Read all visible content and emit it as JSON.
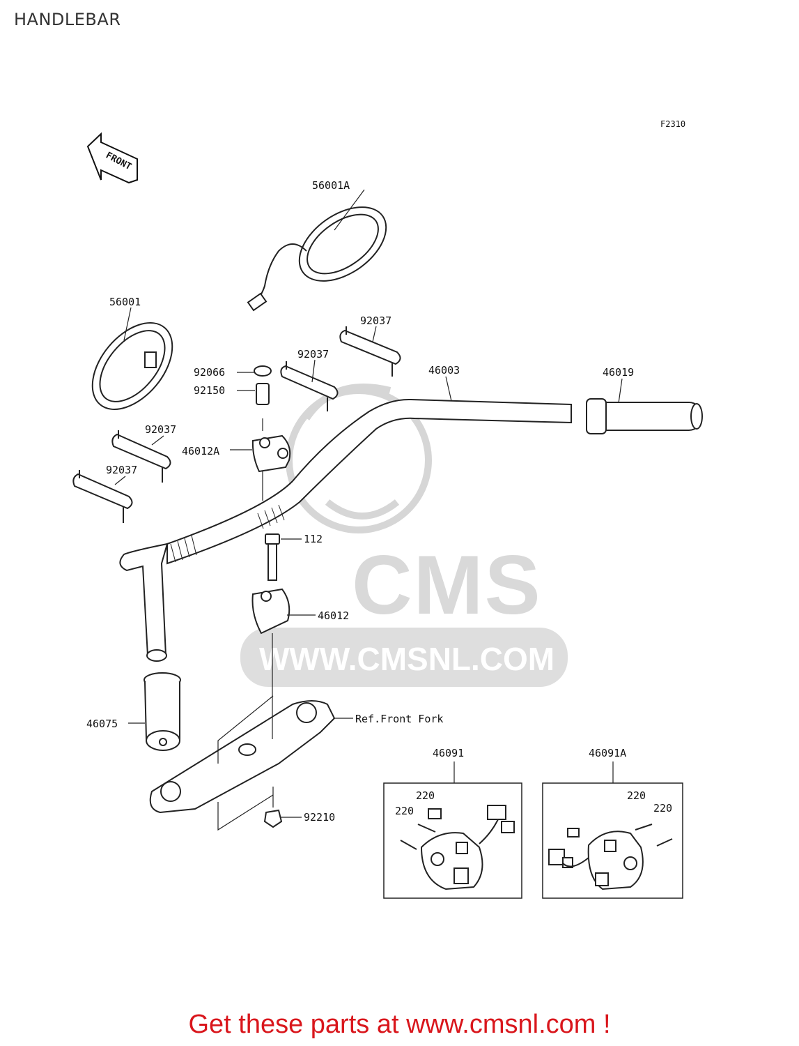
{
  "page_title": "HANDLEBAR",
  "figure_code": "F2310",
  "front_arrow_label": "FRONT",
  "callouts": [
    {
      "id": "56001A",
      "text": "56001A"
    },
    {
      "id": "56001",
      "text": "56001"
    },
    {
      "id": "92037a",
      "text": "92037"
    },
    {
      "id": "92037b",
      "text": "92037"
    },
    {
      "id": "92066",
      "text": "92066"
    },
    {
      "id": "92150",
      "text": "92150"
    },
    {
      "id": "46003",
      "text": "46003"
    },
    {
      "id": "46019",
      "text": "46019"
    },
    {
      "id": "46012A",
      "text": "46012A"
    },
    {
      "id": "92037c",
      "text": "92037"
    },
    {
      "id": "92037d",
      "text": "92037"
    },
    {
      "id": "112",
      "text": "112"
    },
    {
      "id": "46012",
      "text": "46012"
    },
    {
      "id": "46075",
      "text": "46075"
    },
    {
      "id": "ref_front_fork",
      "text": "Ref.Front Fork"
    },
    {
      "id": "46091",
      "text": "46091"
    },
    {
      "id": "46091A",
      "text": "46091A"
    },
    {
      "id": "220a",
      "text": "220"
    },
    {
      "id": "220b",
      "text": "220"
    },
    {
      "id": "220c",
      "text": "220"
    },
    {
      "id": "220d",
      "text": "220"
    },
    {
      "id": "92210",
      "text": "92210"
    }
  ],
  "watermark": {
    "brand": "CMS",
    "url": "WWW.CMSNL.COM"
  },
  "footer": {
    "text": "Get these parts at www.cmsnl.com !",
    "color": "#d9161c"
  }
}
